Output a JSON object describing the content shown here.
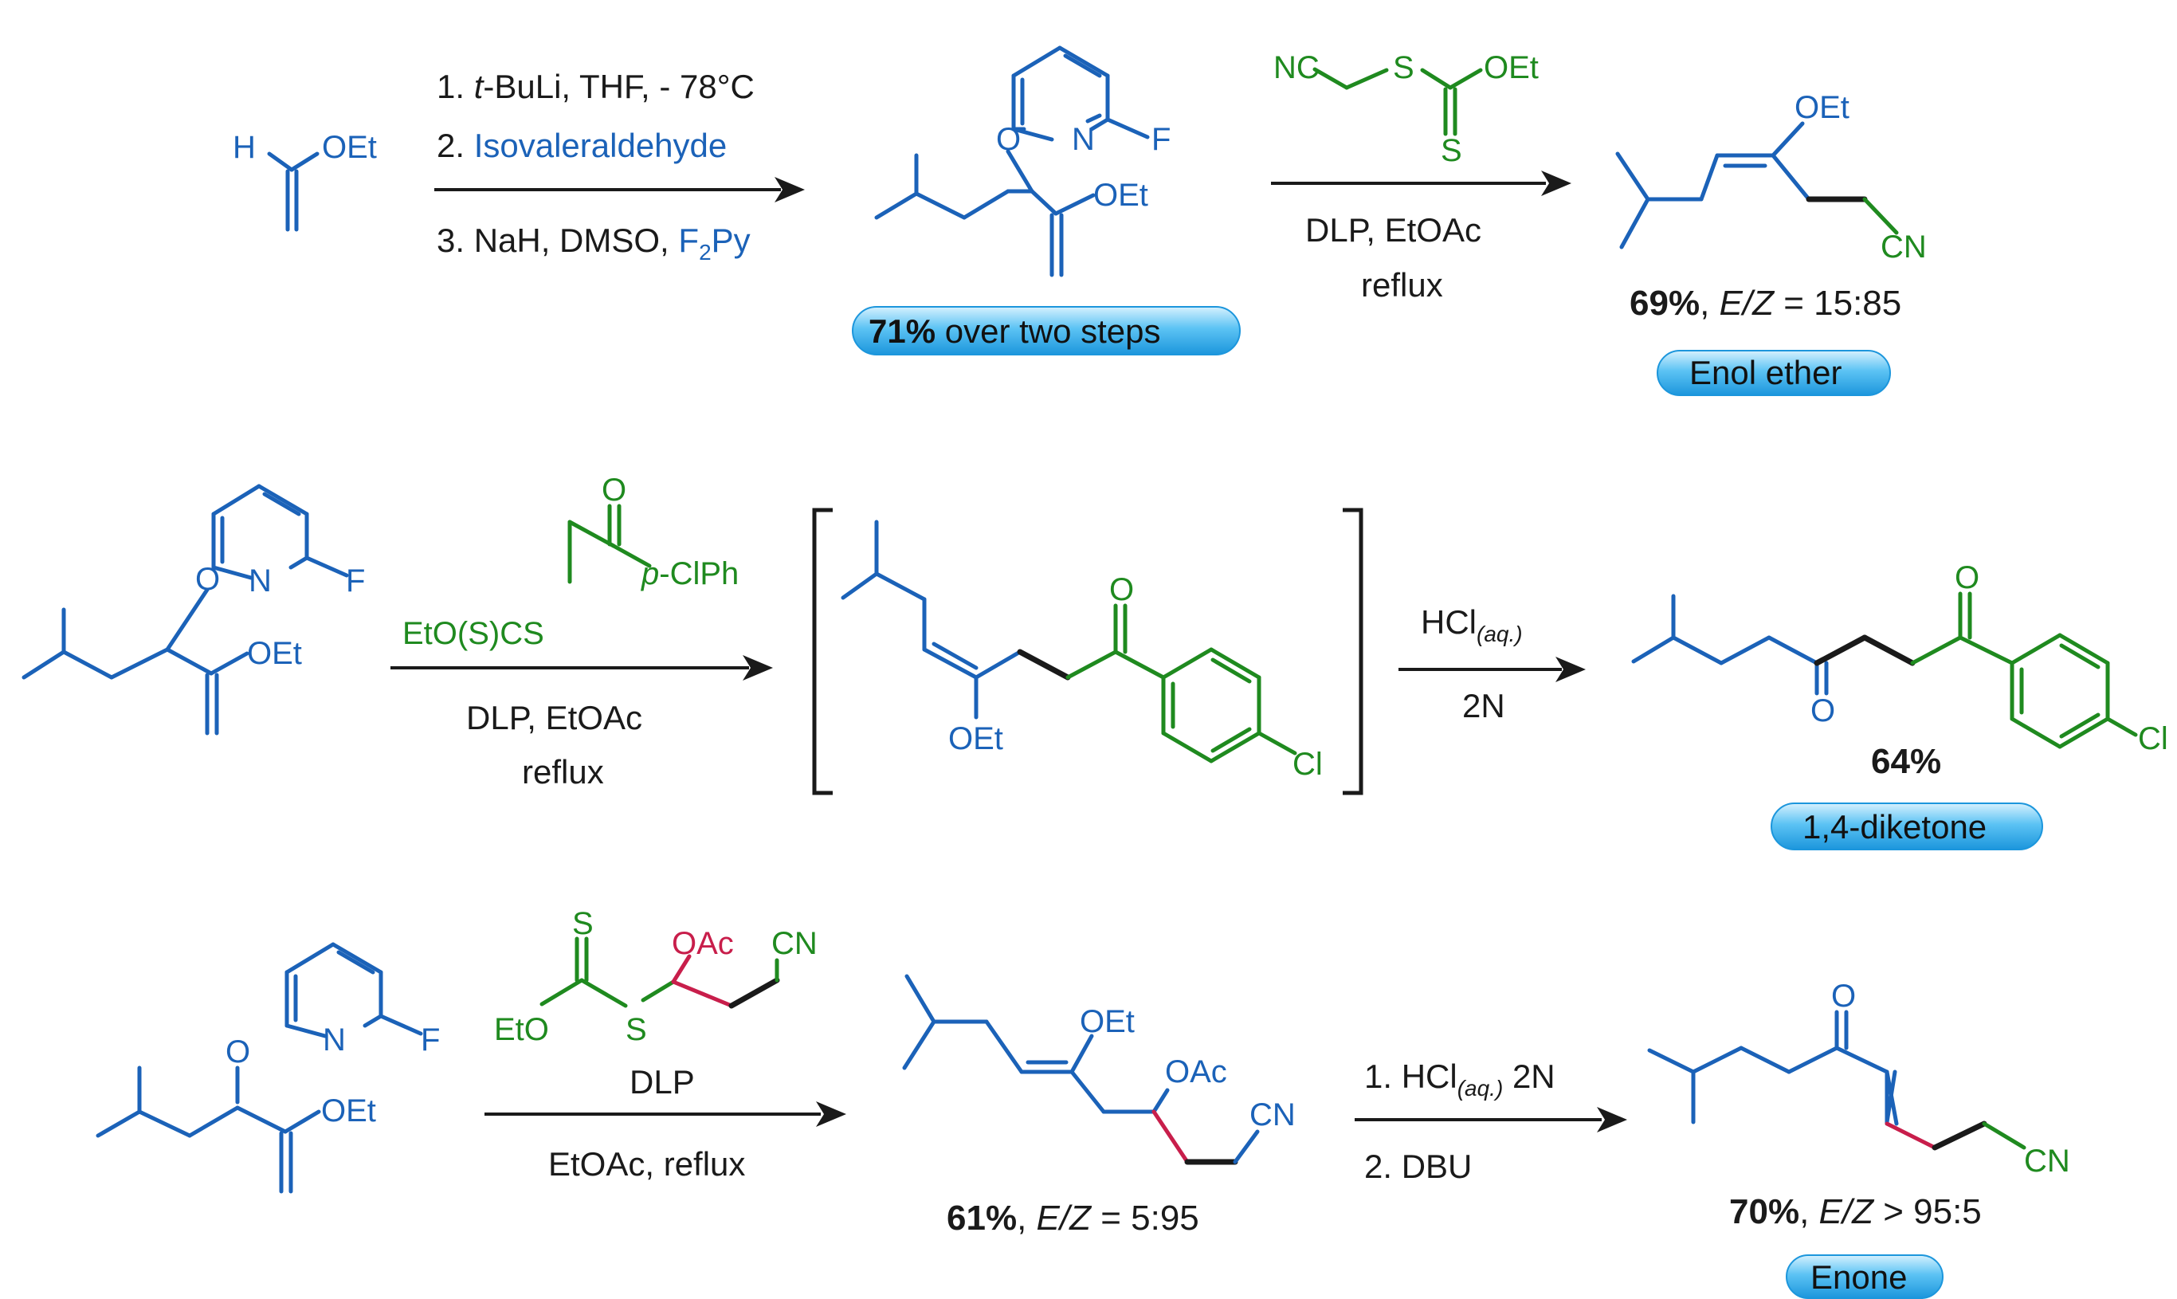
{
  "colors": {
    "black": "#1a1a1a",
    "blue": "#1b62b8",
    "green": "#1f8a1f",
    "crimson": "#c81e4b",
    "pill_fill": "#3fb4f0",
    "pill_highlight": "#d6f1fe"
  },
  "row1": {
    "start": {
      "h": "H",
      "oet": "OEt"
    },
    "arrow1": {
      "step1_prefix": "1. ",
      "step1_tbu_italic": "t",
      "step1_rest": "-BuLi, THF, - 78°C",
      "step2_num": "2. ",
      "step2_reagent": "Isovaleraldehyde",
      "step3_num": "3. NaH, DMSO, ",
      "step3_f": "F",
      "step3_sub": "2",
      "step3_py": "Py"
    },
    "intermediate": {
      "o": "O",
      "n": "N",
      "f": "F",
      "oet": "OEt"
    },
    "yield_pill": {
      "bold": "71%",
      "rest": " over two steps"
    },
    "reagent": {
      "nc": "NC",
      "s": "S",
      "oet": "OEt",
      "s2": "S"
    },
    "arrow2": {
      "line1": "DLP, EtOAc",
      "line2": "reflux"
    },
    "product": {
      "oet": "OEt",
      "cn": "CN"
    },
    "product_yield": {
      "bold": "69%",
      "sep": ", ",
      "ez": "E/Z",
      "ratio": " = 15:85"
    },
    "tag": "Enol ether"
  },
  "row2": {
    "start": {
      "o": "O",
      "n": "N",
      "f": "F",
      "oet": "OEt"
    },
    "reagent": {
      "o": "O",
      "xanthate": "EtO(S)CS",
      "p": "p",
      "clph": "-ClPh"
    },
    "arrow1": {
      "line1": "DLP, EtOAc",
      "line2": "reflux"
    },
    "bracket": {
      "o": "O",
      "oet": "OEt",
      "cl": "Cl"
    },
    "arrow2": {
      "hcl": "HCl",
      "sub": "(aq.)",
      "line2": "2N"
    },
    "product": {
      "o1": "O",
      "o2": "O",
      "cl": "Cl"
    },
    "yield": "64%",
    "tag": "1,4-diketone"
  },
  "row3": {
    "start": {
      "o": "O",
      "n": "N",
      "f": "F",
      "oet": "OEt"
    },
    "reagent": {
      "s": "S",
      "oac": "OAc",
      "cn": "CN",
      "eto": "EtO",
      "s2": "S"
    },
    "arrow1": {
      "line1": "DLP",
      "line2": "EtOAc, reflux"
    },
    "intermediate": {
      "oet": "OEt",
      "oac": "OAc",
      "cn": "CN"
    },
    "int_yield": {
      "bold": "61%",
      "sep": ", ",
      "ez": "E/Z",
      "ratio": " = 5:95"
    },
    "arrow2": {
      "s1": "1. HCl",
      "sub": "(aq.)",
      "s1b": " 2N",
      "s2": "2. DBU"
    },
    "product": {
      "o": "O",
      "cn": "CN"
    },
    "yield": {
      "bold": "70%",
      "sep": ", ",
      "ez": "E/Z",
      "ratio": " > 95:5"
    },
    "tag": "Enone"
  }
}
